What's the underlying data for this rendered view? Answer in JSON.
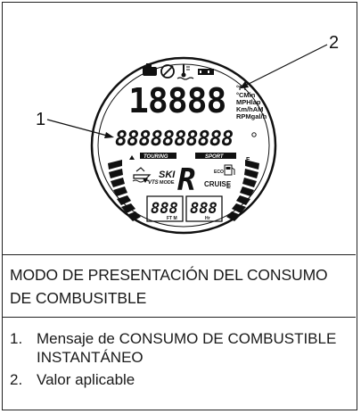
{
  "figure": {
    "callouts": [
      "1",
      "2"
    ],
    "display": {
      "main_digits": "18888",
      "units": [
        "°FT",
        "°CMin",
        "MPHlap",
        "Km/hAM",
        "RPMgal/h"
      ],
      "alpha_segments": "8888888888",
      "mode_touring": "TOURING",
      "mode_sport": "SPORT",
      "ski_label": "SKI",
      "mode_label": "MODE",
      "vts_label": "VTS",
      "cruise_label": "CRUISE",
      "eco_label": "ECO",
      "gear_char": "R",
      "fuel_full": "F",
      "fuel_empty": "E",
      "bottom_left_digits": "888",
      "bottom_left_unit": "FT M",
      "bottom_right_digits": "888",
      "bottom_right_unit": "Hr"
    }
  },
  "caption": {
    "title": "MODO DE PRESENTACIÓN DEL CONSUMO DE COMBUSITBLE"
  },
  "legend": {
    "items": [
      {
        "number": "1.",
        "text": "Mensaje de CONSUMO DE COMBUSTIBLE INSTANTÁNEO"
      },
      {
        "number": "2.",
        "text": "Valor aplicable"
      }
    ]
  }
}
